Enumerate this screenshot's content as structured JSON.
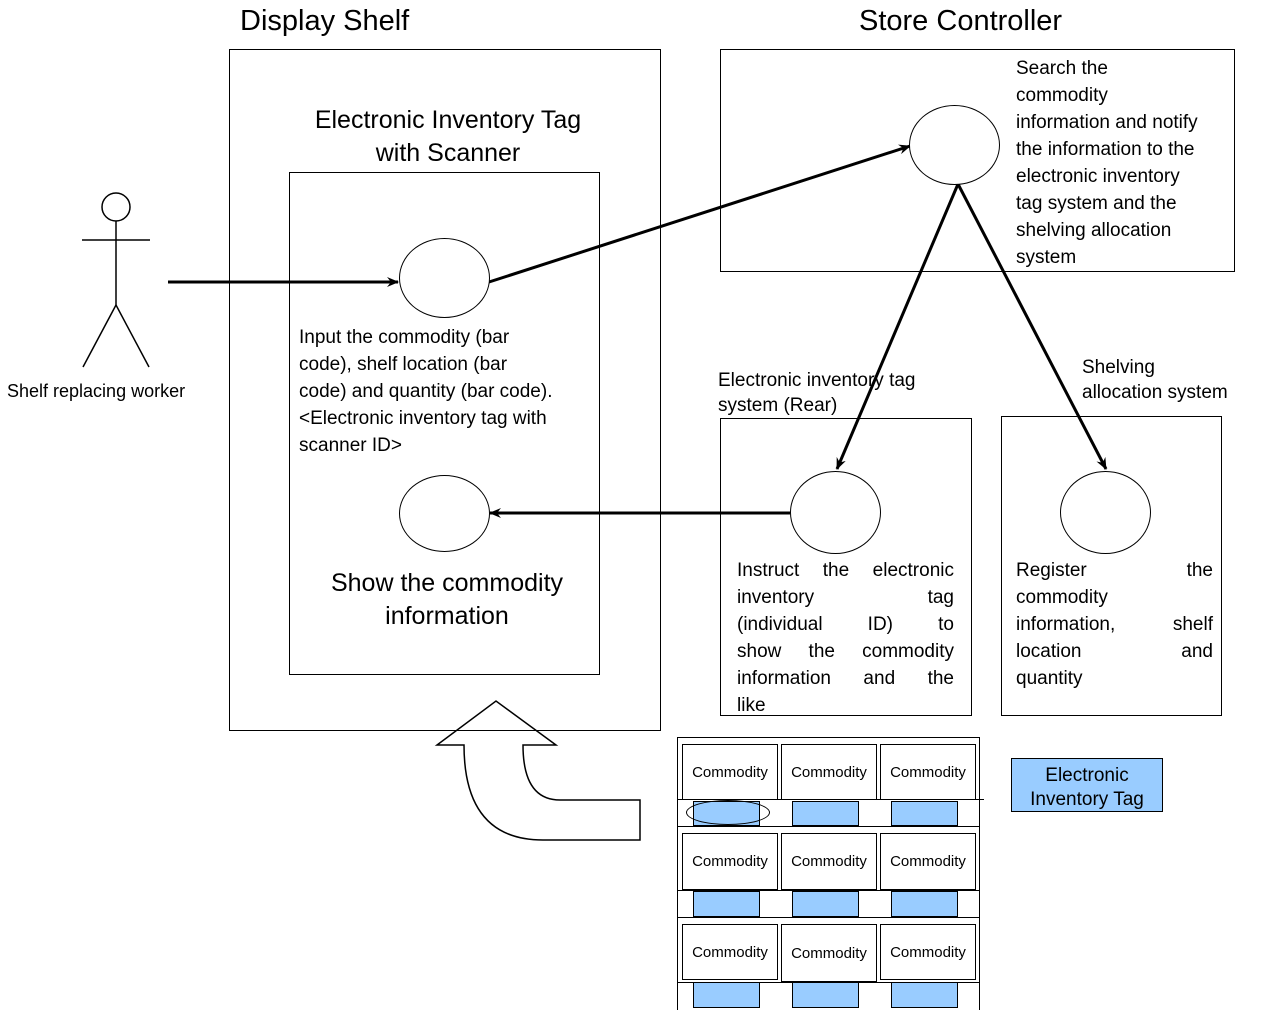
{
  "display_shelf": {
    "title": "Display Shelf",
    "scanner_title_line1": "Electronic Inventory Tag",
    "scanner_title_line2": "with Scanner",
    "input_desc": [
      "Input the commodity (bar",
      "code), shelf location (bar",
      "code) and quantity (bar code).",
      "<Electronic inventory tag with",
      "scanner ID>"
    ],
    "show_line1": "Show the commodity",
    "show_line2": "information"
  },
  "actor": {
    "label": "Shelf replacing worker"
  },
  "store_controller": {
    "title": "Store Controller",
    "desc": [
      "Search the",
      "commodity",
      "information and notify",
      "the information to the",
      "electronic inventory",
      "tag system and the",
      "shelving allocation",
      "system"
    ]
  },
  "tag_system": {
    "label_line1": "Electronic inventory tag",
    "label_line2": "system (Rear)",
    "desc": [
      "Instruct the electronic",
      "inventory tag",
      "(individual ID) to",
      "show the commodity",
      "information and the",
      "like"
    ]
  },
  "shelving_system": {
    "label_line1": "Shelving",
    "label_line2": "allocation system",
    "desc": [
      "Register the",
      "commodity",
      "information, shelf",
      "location and",
      "quantity"
    ]
  },
  "shelf_grid": {
    "rows": [
      [
        "Commodity",
        "Commodity",
        "Commodity"
      ],
      [
        "Commodity",
        "Commodity",
        "Commodity"
      ],
      [
        "Commodity",
        "Commodity",
        "Commodity"
      ]
    ]
  },
  "legend": {
    "line1": "Electronic",
    "line2": "Inventory Tag",
    "color": "#99ccff"
  }
}
